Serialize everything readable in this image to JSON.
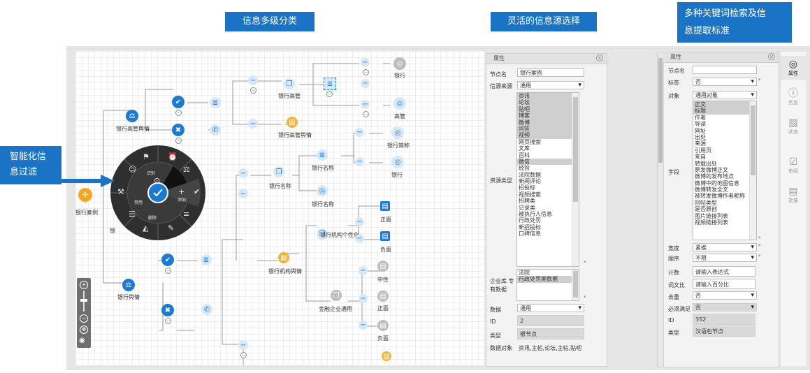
{
  "callouts": {
    "multilevel": "信息多级分类",
    "source_select": "灵活的信息源选择",
    "keyword_line1": "多种关键词检索及信",
    "keyword_line2": "息提取标准",
    "filter_line1": "智能化信",
    "filter_line2": "息过滤"
  },
  "tree": {
    "root": "银行案例",
    "bank_regulator_sentiment": "银行高管舆情",
    "bank_regulator": "银行高管",
    "bank_regulator_sentiment2": "银行高管舆情",
    "bank": "银行",
    "regulator": "高管",
    "bank_name": "银行名称",
    "bank_name2": "银行名称",
    "bank_name3": "银行名称",
    "bank_short": "银行简称",
    "bank_b": "银行",
    "bank_org_personal": "银行机构个性化",
    "positive1": "正面",
    "negative1": "负面",
    "bank_org_sentiment": "银行机构舆情",
    "neutral": "中性",
    "positive2": "正面",
    "negative2": "负面",
    "finance_general": "金融企业通用",
    "bank_sentiment": "银行舆情",
    "collapsed_label": "银",
    "menu": {
      "disable": "禁用",
      "add": "添加",
      "delete": "删除",
      "label_top": "识别"
    }
  },
  "panel1": {
    "title": "属性",
    "node_name_label": "节点名",
    "node_name_value": "银行案例",
    "source_label": "信源来源",
    "source_value": "通用",
    "resource_type_label": "资源类型",
    "resource_items": [
      {
        "label": "资讯",
        "sel": true
      },
      {
        "label": "论坛",
        "sel": true
      },
      {
        "label": "贴吧",
        "sel": true
      },
      {
        "label": "博客",
        "sel": true
      },
      {
        "label": "微博",
        "sel": true
      },
      {
        "label": "问答",
        "sel": true
      },
      {
        "label": "视频",
        "sel": true
      },
      {
        "label": "网页搜索",
        "sel": false
      },
      {
        "label": "文库",
        "sel": false
      },
      {
        "label": "百科",
        "sel": false
      },
      {
        "label": "微信",
        "sel": true
      },
      {
        "label": "经验",
        "sel": false
      },
      {
        "label": "法院数据",
        "sel": false
      },
      {
        "label": "新闻评论",
        "sel": false
      },
      {
        "label": "招投标",
        "sel": false
      },
      {
        "label": "视频搜索",
        "sel": false
      },
      {
        "label": "招聘类",
        "sel": false
      },
      {
        "label": "记录类",
        "sel": false
      },
      {
        "label": "被执行人信息",
        "sel": false
      },
      {
        "label": "行政处罚",
        "sel": false
      },
      {
        "label": "新招投标",
        "sel": false
      },
      {
        "label": "口碑信息",
        "sel": false
      }
    ],
    "enterprise_label_1": "企业库 专",
    "enterprise_label_2": "有数据",
    "enterprise_items": [
      {
        "label": "法院",
        "sel": false
      },
      {
        "label": "行政处罚类数据",
        "sel": true
      }
    ],
    "data_label": "数据",
    "data_value": "通用",
    "id_label": "ID",
    "id_value": "2",
    "type_label": "类型",
    "type_value": "根节点",
    "data_object_label": "数据对象",
    "data_object_value": "资讯,主帖,论坛,主帖,贴吧"
  },
  "panel2": {
    "title": "属性",
    "node_name_label": "节点名",
    "node_name_value": "",
    "tag_label": "标签",
    "tag_value": "否",
    "object_label": "对象",
    "object_value": "通用对象",
    "field_label": "字段",
    "field_items": [
      {
        "label": "正文",
        "sel": true
      },
      {
        "label": "标题",
        "sel": true
      },
      {
        "label": "作者",
        "sel": false
      },
      {
        "label": "导读",
        "sel": false
      },
      {
        "label": "网址",
        "sel": false
      },
      {
        "label": "出处",
        "sel": false
      },
      {
        "label": "来源",
        "sel": false
      },
      {
        "label": "引用页",
        "sel": false
      },
      {
        "label": "来自",
        "sel": false
      },
      {
        "label": "转载出处",
        "sel": false
      },
      {
        "label": "原发微博正文",
        "sel": false
      },
      {
        "label": "微博的发布地点",
        "sel": false
      },
      {
        "label": "微博中的地图信息",
        "sel": false
      },
      {
        "label": "微博转发全文",
        "sel": false
      },
      {
        "label": "被转发微博作者昵称",
        "sel": false
      },
      {
        "label": "回帖类型",
        "sel": false
      },
      {
        "label": "是否原创",
        "sel": false
      },
      {
        "label": "图片链接列表",
        "sel": false
      },
      {
        "label": "视频链接列表",
        "sel": false
      }
    ],
    "width_label": "宽度",
    "width_value": "紧挨",
    "order_label": "顺序",
    "order_value": "不限",
    "count_label": "计数",
    "count_placeholder": "请输入表达式",
    "ratio_label": "词文比",
    "ratio_placeholder": "请输入百分比",
    "dedupe_label": "去重",
    "dedupe_value": "否",
    "must_label": "必须满足",
    "must_value": "否",
    "id_label": "ID",
    "id_value": "352",
    "type_label": "类型",
    "type_value": "汉语包节点"
  },
  "sidebar": [
    {
      "label": "属性",
      "icon": "fingerprint-icon",
      "glyph": "◎",
      "active": true
    },
    {
      "label": "信息",
      "icon": "info-icon",
      "glyph": "ⓘ",
      "active": false
    },
    {
      "label": "状态",
      "icon": "chart-icon",
      "glyph": "▧",
      "active": false
    },
    {
      "label": "审阅",
      "icon": "checkbox-icon",
      "glyph": "☑",
      "active": false
    },
    {
      "label": "批量",
      "icon": "document-icon",
      "glyph": "▤",
      "active": false
    }
  ],
  "colors": {
    "accent": "#1a73c4",
    "node_blue": "#1d7ad0",
    "radial_menu": "#2b2b2b",
    "root_orange": "#f5a623"
  }
}
